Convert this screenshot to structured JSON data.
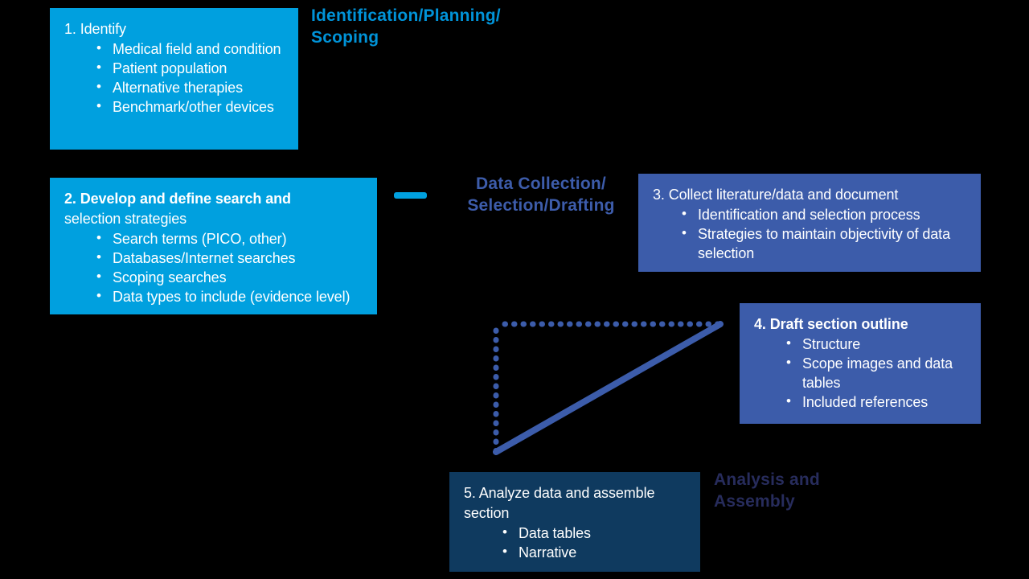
{
  "diagram": {
    "title_present": false,
    "colors": {
      "azure": "#00a0df",
      "blue": "#3c5caa",
      "navy": "#0f3a5f",
      "label_azure": "#0093d8",
      "label_blue": "#3d5caa",
      "label_navy": "#272c5c",
      "background": "#000000",
      "text": "#ffffff"
    },
    "phase_labels": [
      {
        "id": "identification",
        "text": "Identification/Planning/\nScoping",
        "color": "#0093d8"
      },
      {
        "id": "data_collection",
        "text": "Data Collection/\nSelection/Drafting",
        "color": "#3d5caa"
      },
      {
        "id": "analysis",
        "text": "Analysis and\nAssembly",
        "color": "#272c5c"
      }
    ],
    "steps": [
      {
        "number": "1.",
        "title": "Identify",
        "title_bold": false,
        "title_continuation": "",
        "bullets": [
          "Medical field and condition",
          "Patient population",
          "Alternative therapies",
          "Benchmark/other devices"
        ]
      },
      {
        "number": "2.",
        "title": "Develop and define search and",
        "title_bold": true,
        "title_continuation": "selection strategies",
        "bullets": [
          "Search terms (PICO, other)",
          "Databases/Internet searches",
          "Scoping searches",
          "Data types to include (evidence level)"
        ]
      },
      {
        "number": "3.",
        "title": "Collect literature/data and document",
        "title_bold": false,
        "title_continuation": "",
        "bullets": [
          "Identification and selection process",
          "Strategies to maintain objectivity of data selection"
        ]
      },
      {
        "number": "4.",
        "title": "Draft section outline",
        "title_bold": true,
        "title_continuation": "",
        "bullets": [
          "Structure",
          "Scope images and data tables",
          "Included references"
        ]
      },
      {
        "number": "5.",
        "title": "Analyze data and assemble",
        "title_bold": false,
        "title_continuation": "section",
        "bullets": [
          "Data tables",
          "Narrative"
        ]
      }
    ],
    "connectors": [
      {
        "id": "phase-bar",
        "style": "solid-bar",
        "color": "#00a0df"
      },
      {
        "id": "dotted-horizontal",
        "style": "dotted",
        "color": "#3c5caa"
      },
      {
        "id": "dotted-vertical",
        "style": "dotted",
        "color": "#3c5caa"
      },
      {
        "id": "diagonal",
        "style": "solid",
        "color": "#3c5caa"
      }
    ]
  }
}
